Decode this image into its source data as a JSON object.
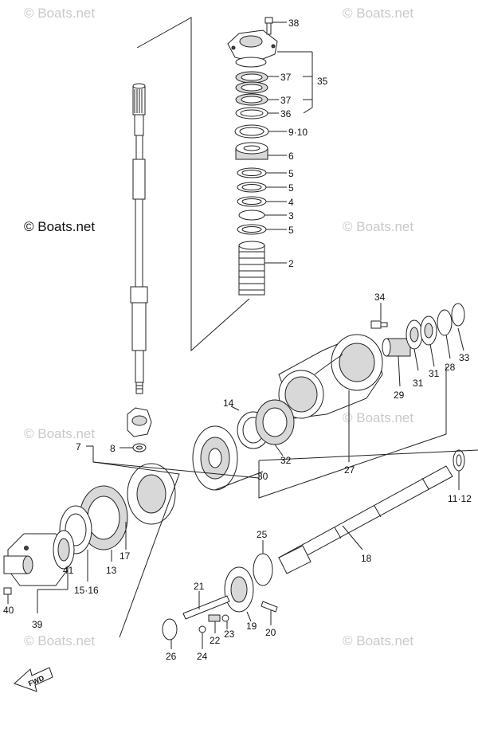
{
  "watermarks": {
    "main": "© Boats.net",
    "faint": "© Boats.net"
  },
  "fwd_label": "FWD",
  "labels": {
    "p38": "38",
    "p37a": "37",
    "p35": "35",
    "p37b": "37",
    "p36": "36",
    "p9_10": "9·10",
    "p6": "6",
    "p5a": "5",
    "p5b": "5",
    "p4": "4",
    "p3": "3",
    "p5c": "5",
    "p2": "2",
    "p34": "34",
    "p33": "33",
    "p28": "28",
    "p31a": "31",
    "p31b": "31",
    "p29": "29",
    "p27": "27",
    "p14": "14",
    "p32": "32",
    "p30": "30",
    "p7": "7",
    "p8": "8",
    "p11_12": "11·12",
    "p25": "25",
    "p18": "18",
    "p17": "17",
    "p13": "13",
    "p15_16": "15·16",
    "p41": "41",
    "p40": "40",
    "p39": "39",
    "p21": "21",
    "p19": "19",
    "p20": "20",
    "p22": "22",
    "p23": "23",
    "p24": "24",
    "p26": "26"
  }
}
